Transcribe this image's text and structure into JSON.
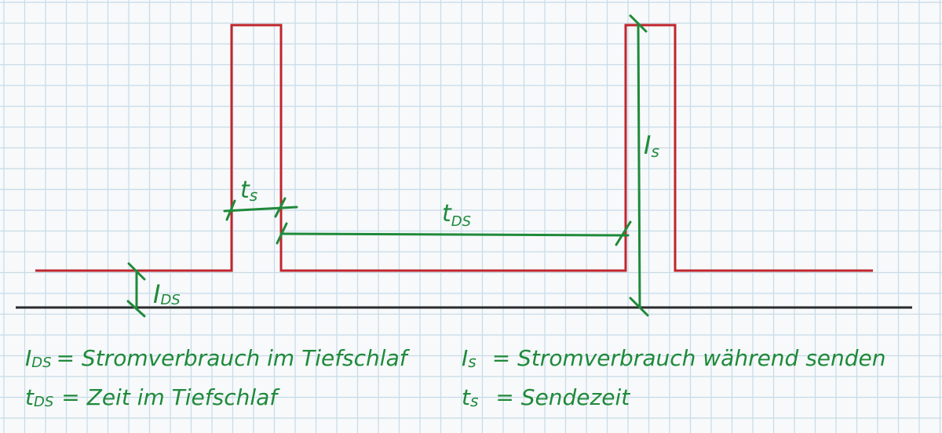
{
  "colors": {
    "grid": "#c7dbe7",
    "pulse": "#c0262d",
    "annotation": "#1f8a3a",
    "baseline": "#2b2b2b",
    "paper": "#f7f9fb"
  },
  "labels": {
    "ts": {
      "main": "t",
      "sub": "s"
    },
    "tds": {
      "main": "t",
      "sub": "DS"
    },
    "is": {
      "main": "I",
      "sub": "s"
    },
    "ids": {
      "main": "I",
      "sub": "DS"
    }
  },
  "legend": {
    "ids": {
      "symbol": "I",
      "sub": "DS",
      "text": "= Stromverbrauch im Tiefschlaf"
    },
    "tds": {
      "symbol": "t",
      "sub": "DS",
      "text": "= Zeit im Tiefschlaf"
    },
    "is": {
      "symbol": "I",
      "sub": "s",
      "text": "= Stromverbrauch während senden"
    },
    "ts": {
      "symbol": "t",
      "sub": "s",
      "text": "= Sendezeit"
    }
  }
}
